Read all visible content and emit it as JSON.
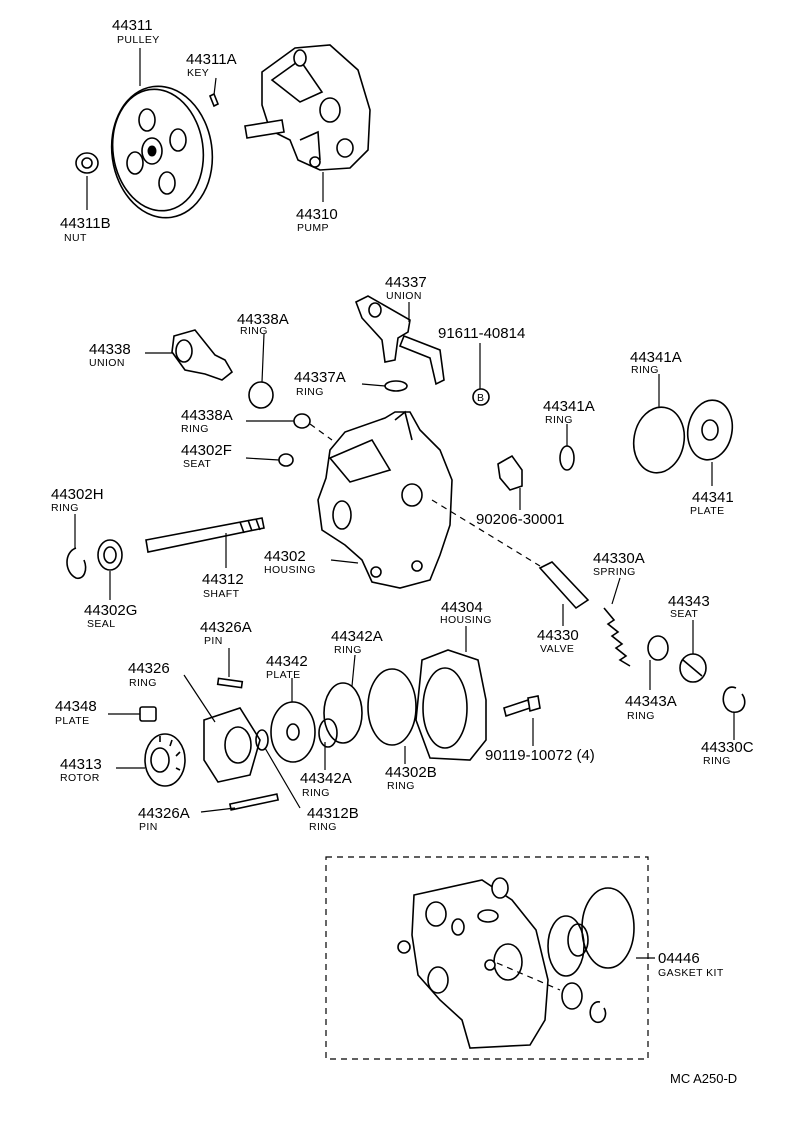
{
  "parts": [
    {
      "id": "p_44311",
      "number": "44311",
      "name": "PULLEY"
    },
    {
      "id": "p_44311a",
      "number": "44311A",
      "name": "KEY"
    },
    {
      "id": "p_44311b",
      "number": "44311B",
      "name": "NUT"
    },
    {
      "id": "p_44310",
      "number": "44310",
      "name": "PUMP"
    },
    {
      "id": "p_44337",
      "number": "44337",
      "name": "UNION"
    },
    {
      "id": "p_44338a_1",
      "number": "44338A",
      "name": "RING"
    },
    {
      "id": "p_91611",
      "number": "91611-40814",
      "name": ""
    },
    {
      "id": "p_44338",
      "number": "44338",
      "name": "UNION"
    },
    {
      "id": "p_44337a",
      "number": "44337A",
      "name": "RING"
    },
    {
      "id": "p_44341a_1",
      "number": "44341A",
      "name": "RING"
    },
    {
      "id": "p_44341a_2",
      "number": "44341A",
      "name": "RING"
    },
    {
      "id": "p_44338a_2",
      "number": "44338A",
      "name": "RING"
    },
    {
      "id": "p_44302f",
      "number": "44302F",
      "name": "SEAT"
    },
    {
      "id": "p_44341",
      "number": "44341",
      "name": "PLATE"
    },
    {
      "id": "p_44302h",
      "number": "44302H",
      "name": "RING"
    },
    {
      "id": "p_90206",
      "number": "90206-30001",
      "name": ""
    },
    {
      "id": "p_44330a",
      "number": "44330A",
      "name": "SPRING"
    },
    {
      "id": "p_44302",
      "number": "44302",
      "name": "HOUSING"
    },
    {
      "id": "p_44312",
      "number": "44312",
      "name": "SHAFT"
    },
    {
      "id": "p_44302g",
      "number": "44302G",
      "name": "SEAL"
    },
    {
      "id": "p_44343",
      "number": "44343",
      "name": "SEAT"
    },
    {
      "id": "p_44304",
      "number": "44304",
      "name": "HOUSING"
    },
    {
      "id": "p_44330",
      "number": "44330",
      "name": "VALVE"
    },
    {
      "id": "p_44326a_1",
      "number": "44326A",
      "name": "PIN"
    },
    {
      "id": "p_44342a_1",
      "number": "44342A",
      "name": "RING"
    },
    {
      "id": "p_44342",
      "number": "44342",
      "name": "PLATE"
    },
    {
      "id": "p_44326",
      "number": "44326",
      "name": "RING"
    },
    {
      "id": "p_44343a",
      "number": "44343A",
      "name": "RING"
    },
    {
      "id": "p_44348",
      "number": "44348",
      "name": "PLATE"
    },
    {
      "id": "p_90119",
      "number": "90119-10072 (4)",
      "name": ""
    },
    {
      "id": "p_44330c",
      "number": "44330C",
      "name": "RING"
    },
    {
      "id": "p_44313",
      "number": "44313",
      "name": "ROTOR"
    },
    {
      "id": "p_44342a_2",
      "number": "44342A",
      "name": "RING"
    },
    {
      "id": "p_44302b",
      "number": "44302B",
      "name": "RING"
    },
    {
      "id": "p_44326a_2",
      "number": "44326A",
      "name": "PIN"
    },
    {
      "id": "p_44312b",
      "number": "44312B",
      "name": "RING"
    },
    {
      "id": "p_04446",
      "number": "04446",
      "name": "GASKET KIT"
    }
  ],
  "bolt_marker": "B",
  "drawing_ref": "MC  A250-D"
}
